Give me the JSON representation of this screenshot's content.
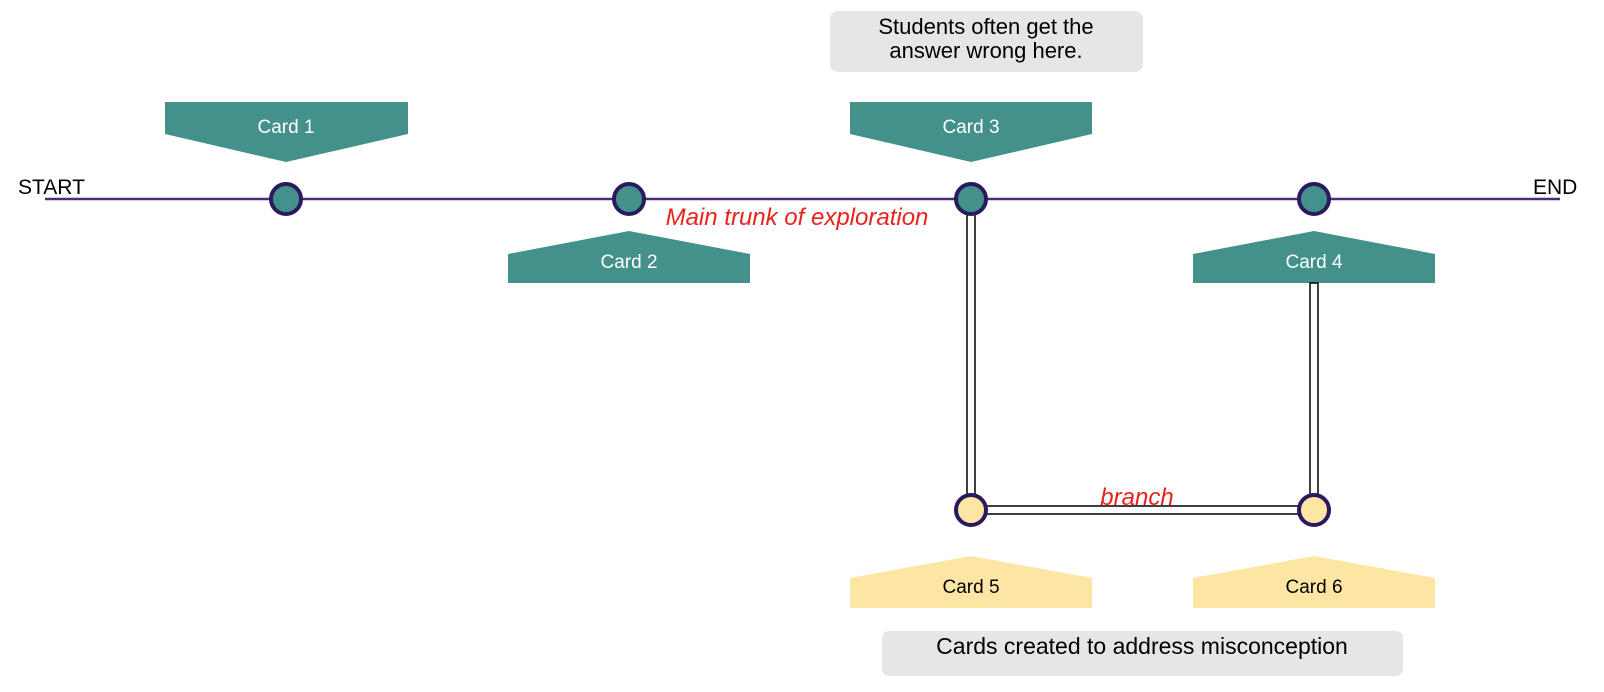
{
  "labels": {
    "start": "START",
    "end": "END",
    "main_trunk": "Main trunk of exploration",
    "branch": "branch"
  },
  "notes": {
    "top": [
      "Students often get the",
      "answer wrong here."
    ],
    "bottom": "Cards created to address misconception"
  },
  "cards": {
    "card1": "Card 1",
    "card2": "Card 2",
    "card3": "Card 3",
    "card4": "Card 4",
    "card5": "Card 5",
    "card6": "Card 6"
  },
  "colors": {
    "main_card": "#43918a",
    "branch_card": "#fde6a4",
    "main_node": "#43918a",
    "branch_node": "#fde6a4",
    "node_stroke": "#2a1a5e",
    "trunk_line": "#4a2c7a",
    "annotation_text": "#e8231c",
    "note_bg": "#e6e6e6"
  }
}
